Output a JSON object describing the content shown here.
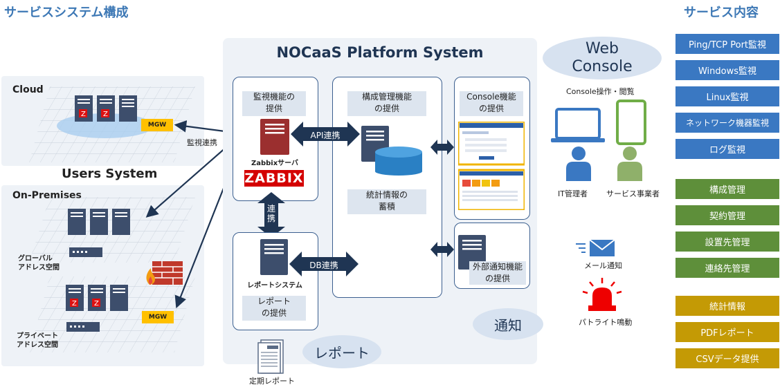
{
  "titles": {
    "left": "サービスシステム構成",
    "right": "サービス内容"
  },
  "users_system": {
    "title": "Users System",
    "cloud": "Cloud",
    "on_premises": "On-Premises",
    "global_addr": "グローバル\nアドレス空間",
    "private_addr": "プライベート\nアドレス空間",
    "mgw": "MGW",
    "monitor_link": "監視連携"
  },
  "platform": {
    "title": "NOCaaS Platform System",
    "monitor_label": "監視機能の\n提供",
    "zabbix_server": "Zabbixサーバ",
    "zabbix_logo": "ZABBIX",
    "api_link": "API連携",
    "config_label": "構成管理機能\nの提供",
    "stats_label": "統計情報の\n蓄積",
    "console_label": "Console機能\nの提供",
    "link_vertical": "連\n携",
    "report_system": "レポートシステム",
    "report_label": "レポート\nの提供",
    "db_link": "DB連携",
    "external_notify": "外部通知機能\nの提供",
    "notify": "通知",
    "report_bubble": "レポート",
    "periodic_report": "定期レポート"
  },
  "web_console": {
    "title": "Web\nConsole",
    "ops": "Console操作・閲覧",
    "it_admin": "IT管理者",
    "provider": "サービス事業者",
    "mail": "メール通知",
    "patlite": "パトライト鳴動"
  },
  "services": {
    "blue": [
      "Ping/TCP Port監視",
      "Windows監視",
      "Linux監視",
      "ネットワーク機器監視",
      "ログ監視"
    ],
    "green": [
      "構成管理",
      "契約管理",
      "設置先管理",
      "連絡先管理"
    ],
    "gold": [
      "統計情報",
      "PDFレポート",
      "CSVデータ提供"
    ]
  },
  "colors": {
    "blue": "#3a78c2",
    "green": "#5e8f3a",
    "gold": "#c49a05",
    "navy": "#1f3553",
    "red": "#c00000"
  }
}
